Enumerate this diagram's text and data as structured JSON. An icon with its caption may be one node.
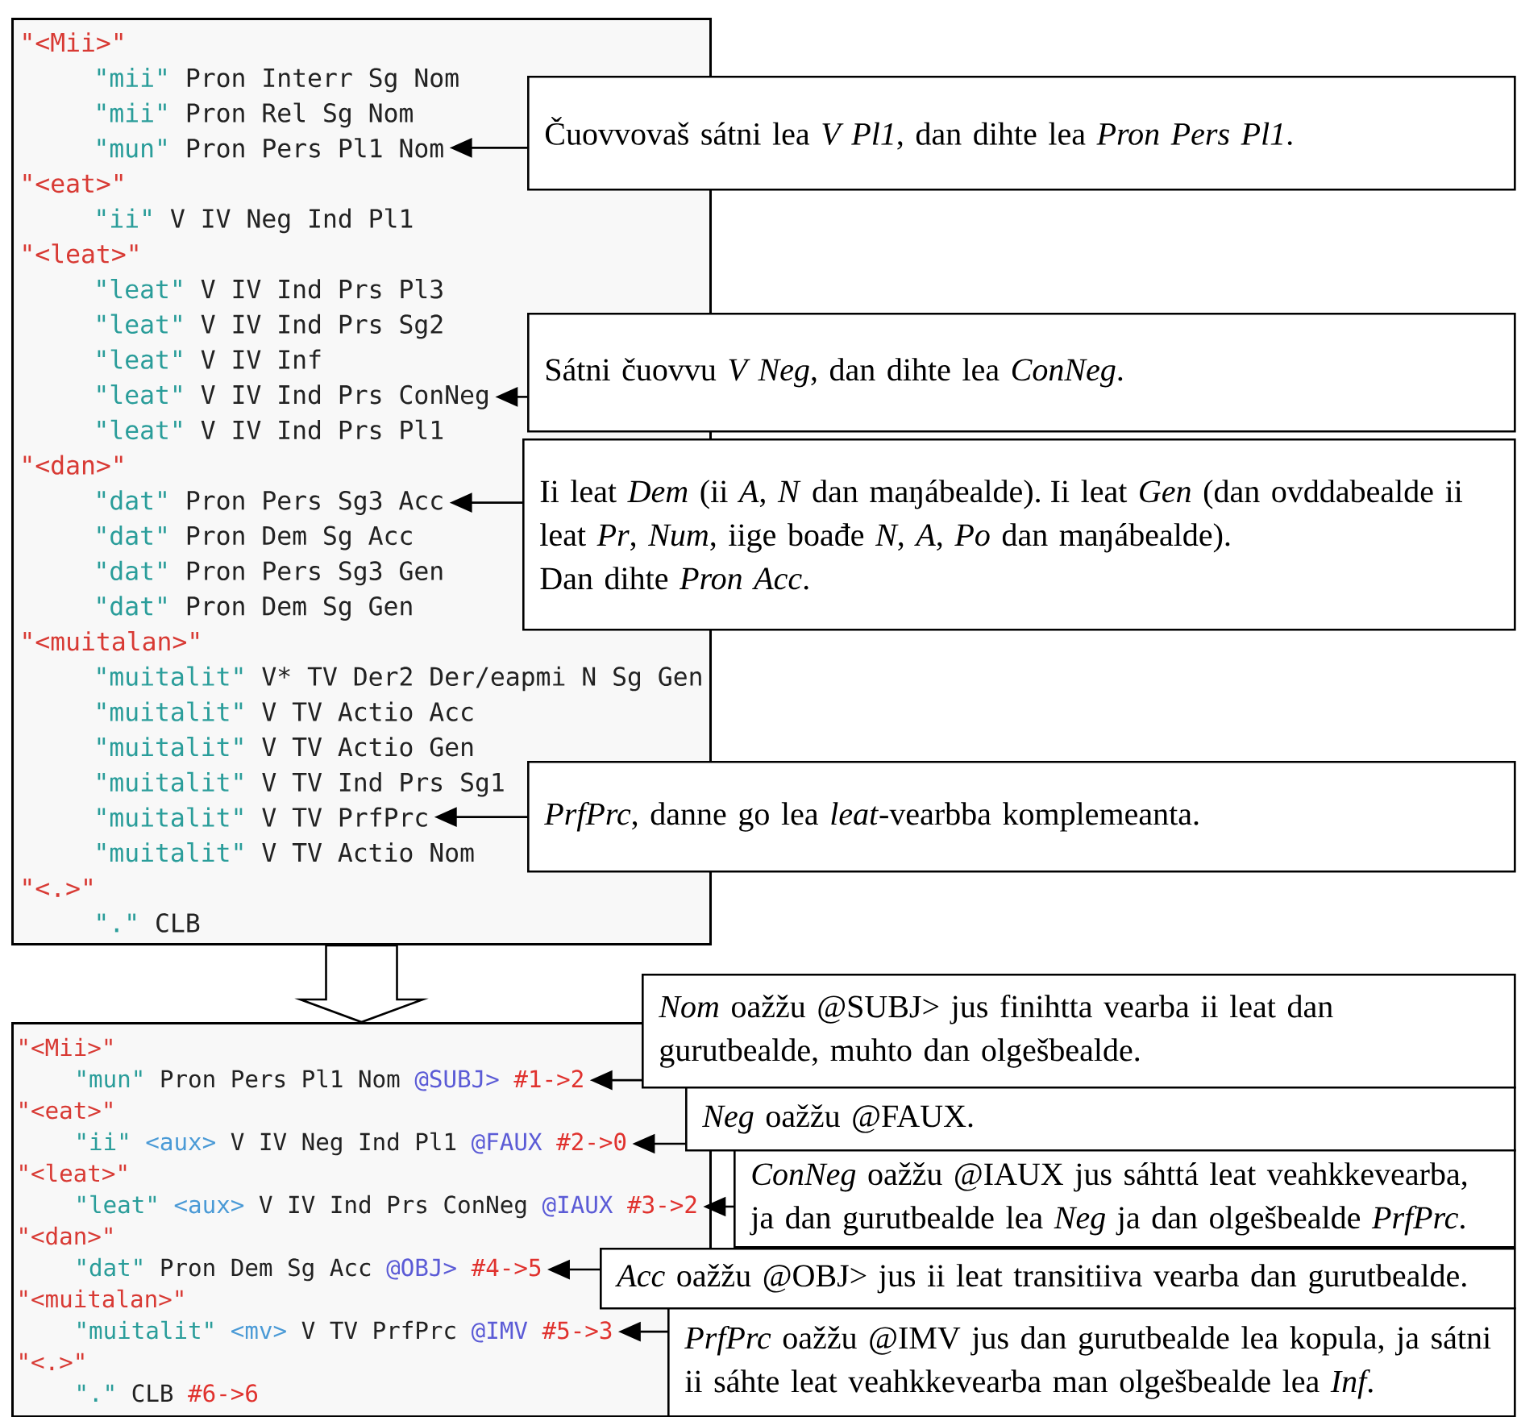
{
  "diagram": {
    "nodes": [
      {
        "text": [],
        "shape": "box"
      },
      {
        "text": [
          "\"<Mii>\""
        ],
        "in": 0
      },
      {
        "text": [
          "\"mii\"",
          "Pron Interr Sg Nom"
        ],
        "in": 0
      },
      {
        "text": [
          "\"mii\"",
          "Pron Rel Sg Nom"
        ],
        "in": 0
      },
      {
        "text": [
          "\"mun\"",
          "Pron Pers Pl1 Nom"
        ],
        "in": 0
      },
      {
        "text": [
          "\"<eat>\""
        ],
        "in": 0
      },
      {
        "text": [
          "\"ii\"",
          "V IV Neg Ind Pl1"
        ],
        "in": 0
      },
      {
        "text": [
          "\"<leat>\""
        ],
        "in": 0
      },
      {
        "text": [
          "\"leat\"",
          "V IV Ind Prs Pl3"
        ],
        "in": 0
      },
      {
        "text": [
          "\"leat\"",
          "V IV Ind Prs Sg2"
        ],
        "in": 0
      },
      {
        "text": [
          "\"leat\"",
          "V IV Inf"
        ],
        "in": 0
      },
      {
        "text": [
          "\"leat\"",
          "V IV Ind Prs ConNeg"
        ],
        "in": 0
      },
      {
        "text": [
          "\"leat\"",
          "V IV Ind Prs Pl1"
        ],
        "in": 0
      },
      {
        "text": [
          "\"<dan>\""
        ],
        "in": 0
      },
      {
        "text": [
          "\"dat\"",
          "Pron Pers Sg3 Acc"
        ],
        "in": 0
      },
      {
        "text": [
          "\"dat\"",
          "Pron Dem Sg Acc"
        ],
        "in": 0
      },
      {
        "text": [
          "\"dat\"",
          "Pron Pers Sg3 Gen"
        ],
        "in": 0
      },
      {
        "text": [
          "\"dat\"",
          "Pron Dem Sg Gen"
        ],
        "in": 0
      },
      {
        "text": [
          "\"<muitalan>\""
        ],
        "in": 0
      },
      {
        "text": [
          "\"muitalit\"",
          "V* TV Der2 Der/eapmi N Sg Gen"
        ],
        "in": 0
      },
      {
        "text": [
          "\"muitalit\"",
          "V TV Actio Acc"
        ],
        "in": 0
      },
      {
        "text": [
          "\"muitalit\"",
          "V TV Actio Gen"
        ],
        "in": 0
      },
      {
        "text": [
          "\"muitalit\"",
          "V TV Ind Prs Sg1"
        ],
        "in": 0
      },
      {
        "text": [
          "\"muitalit\"",
          "V TV PrfPrc"
        ],
        "in": 0
      },
      {
        "text": [
          "\"muitalit\"",
          "V TV Actio Nom"
        ],
        "in": 0
      },
      {
        "text": [
          "\"<.>\""
        ],
        "in": 0
      },
      {
        "text": [
          "\".\"",
          "CLB"
        ],
        "in": 0
      },
      {
        "text": [
          "Čuovvovaš sátni lea *V Pl1*, dan dihte lea *Pron Pers Pl1*."
        ]
      },
      {
        "text": [
          "Sátni čuovvu *V Neg*, dan dihte lea *ConNeg*."
        ]
      },
      {
        "text": [
          "Ii leat *Dem* (ii *A*, *N* dan maŋábealde). Ii leat *Gen* (dan ovddabealde ii leat *Pr*, *Num*, iige boađe *N*, *A*, *Po* dan maŋábealde).",
          "Dan dihte *Pron Acc*."
        ]
      },
      {
        "text": [
          "*PrfPrc*, danne go lea *leat*-vearbba komplemeanta."
        ]
      },
      {
        "text": [],
        "shape": "box"
      },
      {
        "text": [
          "\"<Mii>\""
        ],
        "in": 31
      },
      {
        "text": [
          "\"mun\"",
          "Pron Pers Pl1 Nom",
          "@SUBJ>",
          "#1->2"
        ],
        "in": 31
      },
      {
        "text": [
          "\"<eat>\""
        ],
        "in": 31
      },
      {
        "text": [
          "\"ii\"",
          "<aux>",
          "V IV Neg Ind Pl1",
          "@FAUX",
          "#2->0"
        ],
        "in": 31
      },
      {
        "text": [
          "\"<leat>\""
        ],
        "in": 31
      },
      {
        "text": [
          "\"leat\"",
          "<aux>",
          "V IV Ind Prs ConNeg",
          "@IAUX",
          "#3->2"
        ],
        "in": 31
      },
      {
        "text": [
          "\"<dan>\""
        ],
        "in": 31
      },
      {
        "text": [
          "\"dat\"",
          "Pron Dem Sg Acc",
          "@OBJ>",
          "#4->5"
        ],
        "in": 31
      },
      {
        "text": [
          "\"<muitalan>\""
        ],
        "in": 31
      },
      {
        "text": [
          "\"muitalit\"",
          "<mv>",
          "V TV PrfPrc",
          "@IMV",
          "#5->3"
        ],
        "in": 31
      },
      {
        "text": [
          "\"<.>\""
        ],
        "in": 31
      },
      {
        "text": [
          "\".\"",
          "CLB",
          "#6->6"
        ],
        "in": 31
      },
      {
        "text": [
          "*Nom* oažžu @SUBJ> jus finihtta vearba ii leat dan gurutbealde, muhto dan olgešbealde."
        ]
      },
      {
        "text": [
          "*Neg* oažžu @FAUX."
        ]
      },
      {
        "text": [
          "*ConNeg* oažžu @IAUX jus sáhttá leat veahkkevearba, ja dan gurutbealde lea *Neg* ja dan olgešbealde *PrfPrc*."
        ]
      },
      {
        "text": [
          "*Acc* oažžu @OBJ> jus ii leat transitiiva vearba dan gurutbealde."
        ]
      },
      {
        "text": [
          "*PrfPrc* oažžu @IMV jus dan gurutbealde lea kopula, ja sátni ii sáhte leat veahkkevearba man olgešbealde lea *Inf*."
        ]
      }
    ],
    "edges": [
      {
        "from": 27,
        "to": 4,
        "arrow": "to"
      },
      {
        "from": 28,
        "to": 11,
        "arrow": "to"
      },
      {
        "from": 29,
        "to": 14,
        "arrow": "to"
      },
      {
        "from": 30,
        "to": 23,
        "arrow": "to"
      },
      {
        "from": 0,
        "to": 31,
        "arrow": "to"
      },
      {
        "from": 44,
        "to": 33,
        "arrow": "to"
      },
      {
        "from": 45,
        "to": 35,
        "arrow": "to"
      },
      {
        "from": 46,
        "to": 37,
        "arrow": "to"
      },
      {
        "from": 47,
        "to": 39,
        "arrow": "to"
      },
      {
        "from": 48,
        "to": 41,
        "arrow": "to"
      }
    ]
  }
}
